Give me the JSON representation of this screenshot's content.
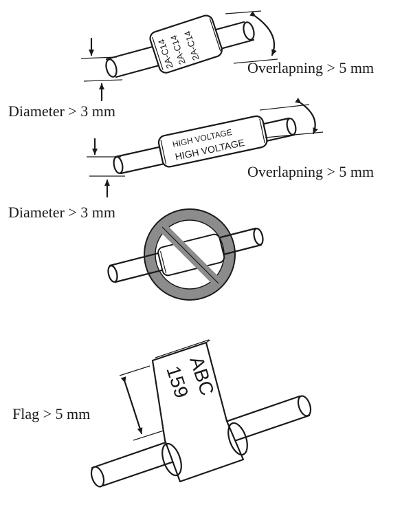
{
  "illustration_1": {
    "sleeve_lines": [
      "2A-C14",
      "2A-C14",
      "2A-C14"
    ],
    "overlap_caption": "Overlapning > 5 mm",
    "diameter_caption": "Diameter > 3 mm"
  },
  "illustration_2": {
    "sleeve_lines": [
      "HIGH VOLTAGE",
      "HIGH VOLTAGE"
    ],
    "overlap_caption": "Overlapning > 5 mm",
    "diameter_caption": "Diameter > 3 mm"
  },
  "illustration_3": {
    "prohibited_symbol": "no-sign-icon"
  },
  "illustration_4": {
    "flag_lines": [
      "ABC",
      "159"
    ],
    "flag_caption": "Flag > 5 mm"
  },
  "colors": {
    "line": "#1a1a1a",
    "no_sign": "#8c8c8c",
    "sleeve": "#ffffff",
    "background": "#ffffff"
  }
}
